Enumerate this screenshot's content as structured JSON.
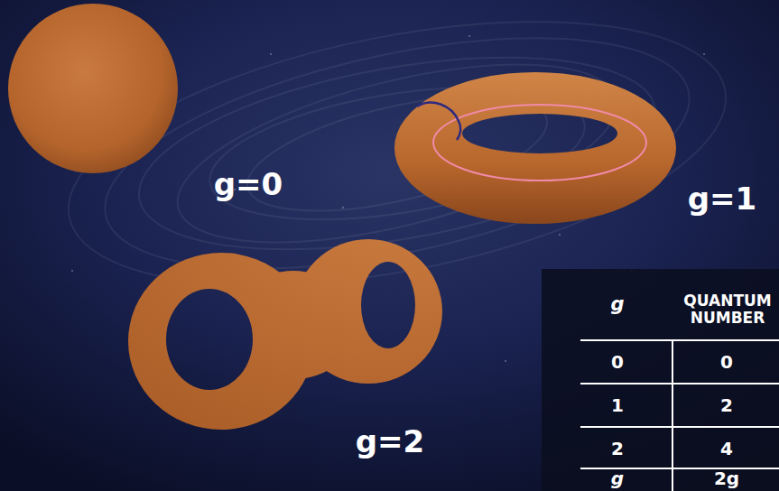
{
  "diagram": {
    "labels": [
      "g=0",
      "g=1",
      "g=2",
      "g",
      "QUANTUM NUMBER",
      "0",
      "0",
      "1",
      "2",
      "2",
      "4",
      "g",
      "2g"
    ]
  }
}
